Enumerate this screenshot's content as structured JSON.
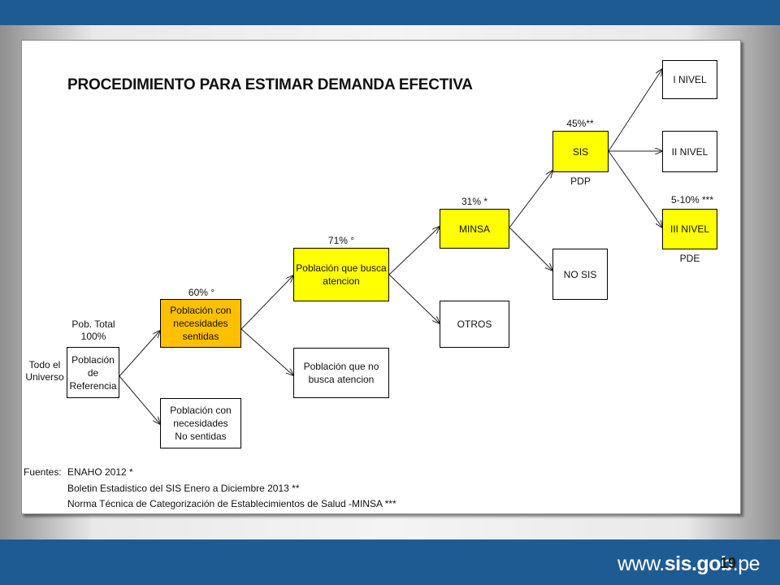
{
  "title": "PROCEDIMIENTO PARA ESTIMAR DEMANDA EFECTIVA",
  "nodes": {
    "todo_universo": "Todo el\nUniverso",
    "poblacion_referencia": "Población\nde\nReferencia",
    "necesidades_sentidas": "Población con\nnecesidades\nsentidas",
    "necesidades_no_sentidas": "Población con\nnecesidades\nNo sentidas",
    "busca_atencion": "Población que busca\natencion",
    "no_busca_atencion": "Población que no\nbusca atencion",
    "minsa": "MINSA",
    "otros": "OTROS",
    "sis": "SIS",
    "no_sis": "NO SIS",
    "i_nivel": "I NIVEL",
    "ii_nivel": "II NIVEL",
    "iii_nivel": "III NIVEL"
  },
  "labels": {
    "pob_total": "Pob. Total\n100%",
    "pct_60": "60% °",
    "pct_71": "71% °",
    "pct_31": "31% *",
    "pct_45": "45%**",
    "pdp": "PDP",
    "pct_5_10": "5-10% ***",
    "pde": "PDE"
  },
  "sources": {
    "heading": "Fuentes:",
    "items": [
      "ENAHO 2012 *",
      "Boletin Estadistico del SIS Enero a Diciembre 2013 **",
      "Norma Técnica de Categorización de Establecimientos de Salud -MINSA ***"
    ]
  },
  "footer": {
    "page_number": "19",
    "url_prefix": "www.",
    "url_brand": "sis.gob",
    "url_suffix": ".pe"
  },
  "colors": {
    "header_bar": "#1f5b93",
    "yellow_box": "#ffff00",
    "orange_box": "#ffc000"
  }
}
